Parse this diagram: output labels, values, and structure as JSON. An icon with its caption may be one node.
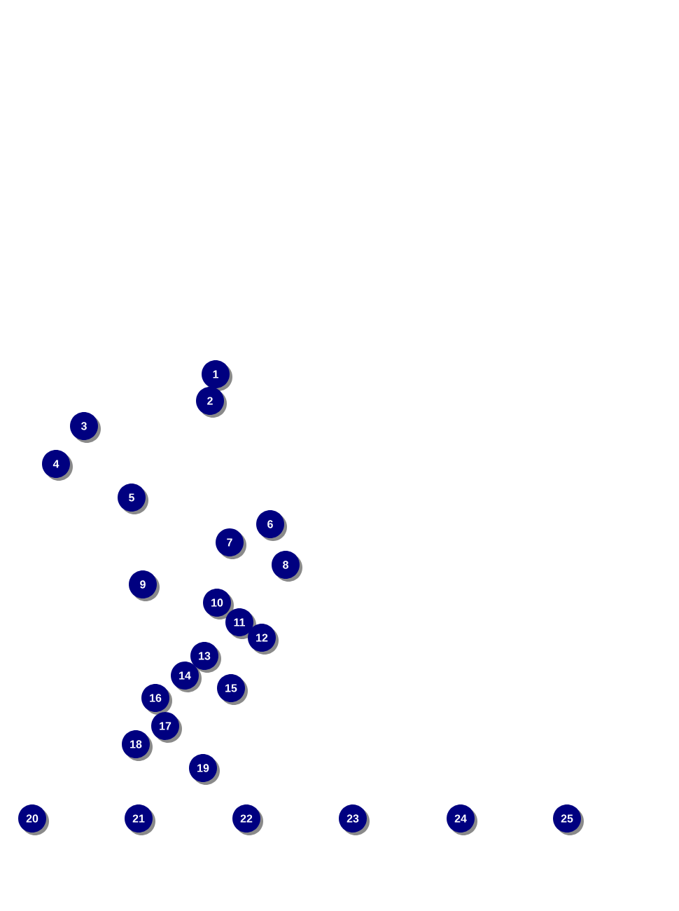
{
  "diagram": {
    "nodes": [
      {
        "text": [
          "1"
        ]
      },
      {
        "text": [
          "2"
        ]
      },
      {
        "text": [
          "3"
        ]
      },
      {
        "text": [
          "4"
        ]
      },
      {
        "text": [
          "5"
        ]
      },
      {
        "text": [
          "6"
        ]
      },
      {
        "text": [
          "7"
        ]
      },
      {
        "text": [
          "8"
        ]
      },
      {
        "text": [
          "9"
        ]
      },
      {
        "text": [
          "10"
        ]
      },
      {
        "text": [
          "11"
        ]
      },
      {
        "text": [
          "12"
        ]
      },
      {
        "text": [
          "13"
        ]
      },
      {
        "text": [
          "14"
        ]
      },
      {
        "text": [
          "15"
        ]
      },
      {
        "text": [
          "16"
        ]
      },
      {
        "text": [
          "17"
        ]
      },
      {
        "text": [
          "18"
        ]
      },
      {
        "text": [
          "19"
        ]
      },
      {
        "text": [
          "20"
        ]
      },
      {
        "text": [
          "21"
        ]
      },
      {
        "text": [
          "22"
        ]
      },
      {
        "text": [
          "23"
        ]
      },
      {
        "text": [
          "24"
        ]
      },
      {
        "text": [
          "25"
        ]
      }
    ]
  }
}
